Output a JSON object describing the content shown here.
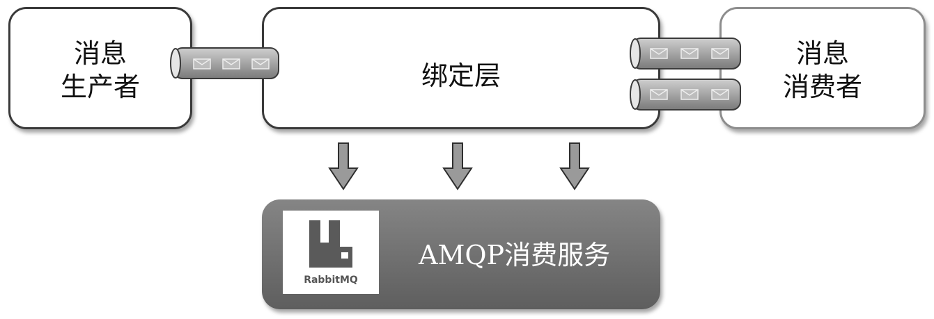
{
  "producer": {
    "line1": "消息",
    "line2": "生产者"
  },
  "binding": {
    "label": "绑定层"
  },
  "consumer": {
    "line1": "消息",
    "line2": "消费者"
  },
  "amqp": {
    "label": "AMQP消费服务",
    "logo_text": "RabbitMQ",
    "logo_icon": "rabbitmq-logo-icon"
  },
  "colors": {
    "border": "#3a3a3a",
    "consumer_border": "#8d8d8d",
    "service_fill": "#6e6e6e",
    "arrow_fill": "#9a9a9a"
  }
}
